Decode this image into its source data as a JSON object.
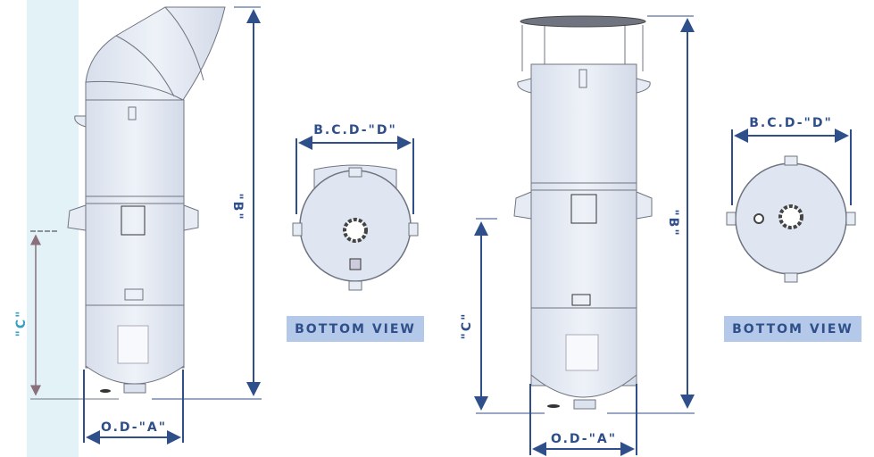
{
  "left_unit": {
    "od_label": "O.D-\"A\"",
    "height_label": "\"B\"",
    "inlet_height_label": "\"C\"",
    "bottom_view": {
      "bcd_label": "B.C.D-\"D\"",
      "caption": "BOTTOM VIEW"
    }
  },
  "right_unit": {
    "od_label": "O.D-\"A\"",
    "height_label": "\"B\"",
    "inlet_height_label": "\"C\"",
    "bottom_view": {
      "bcd_label": "B.C.D-\"D\"",
      "caption": "BOTTOM VIEW"
    }
  },
  "colors": {
    "dimension": "#2f4f8a",
    "caption_bg": "#b4c9ea",
    "strip": "#e3f2f7",
    "c_label_left": "#3a9ec0"
  }
}
